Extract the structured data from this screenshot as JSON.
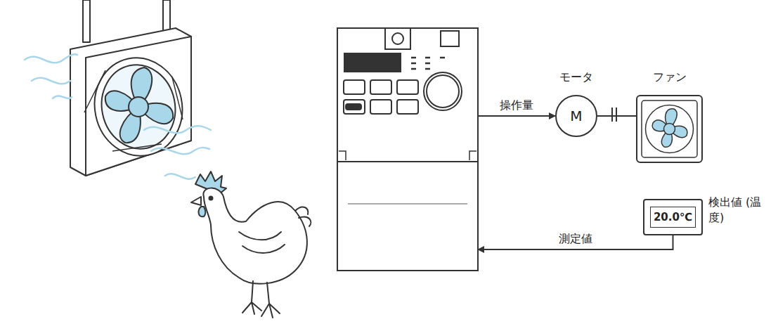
{
  "diagram": {
    "nodes": [
      {
        "text": []
      },
      {
        "text": [
          "モータ",
          "M"
        ]
      },
      {
        "text": [
          "ファン"
        ]
      },
      {
        "text": [
          "20.0℃",
          "検出値 (温度)"
        ]
      }
    ],
    "edges": [
      {
        "from": 0,
        "to": 1,
        "label": "操作量",
        "arrow": "to"
      },
      {
        "from": 1,
        "to": 2,
        "arrow": "none"
      },
      {
        "from": 3,
        "to": 0,
        "label": "測定値",
        "arrow": "to"
      }
    ]
  }
}
